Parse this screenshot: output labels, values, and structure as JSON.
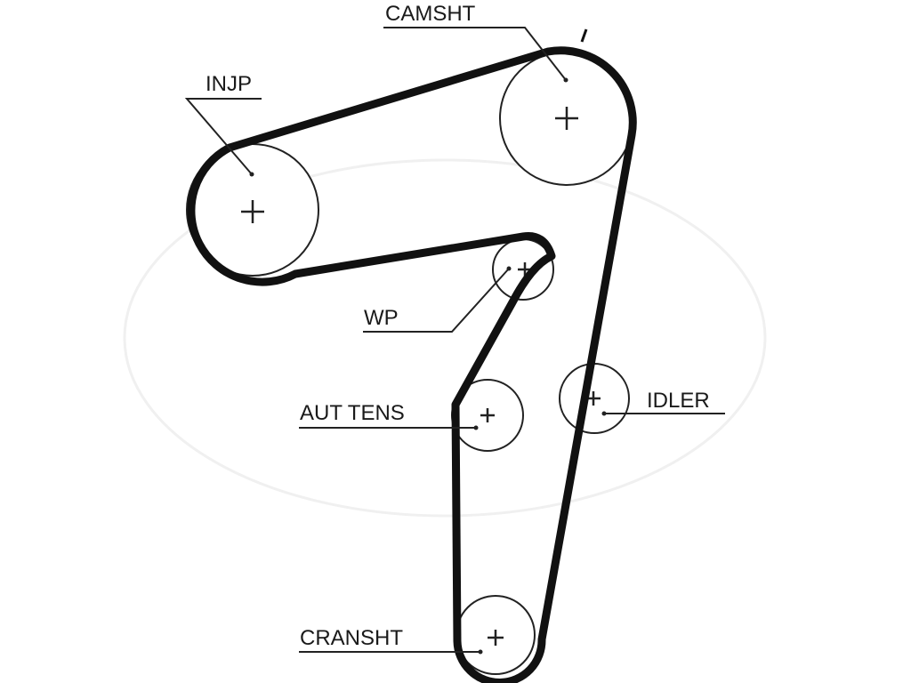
{
  "labels": {
    "camshaft": "CAMSHT",
    "injection_pump": "INJP",
    "water_pump": "WP",
    "auto_tensioner": "AUT TENS",
    "idler": "IDLER",
    "crankshaft": "CRANSHT"
  },
  "colors": {
    "belt": "#111111",
    "line": "#222222",
    "background": "#ffffff"
  }
}
